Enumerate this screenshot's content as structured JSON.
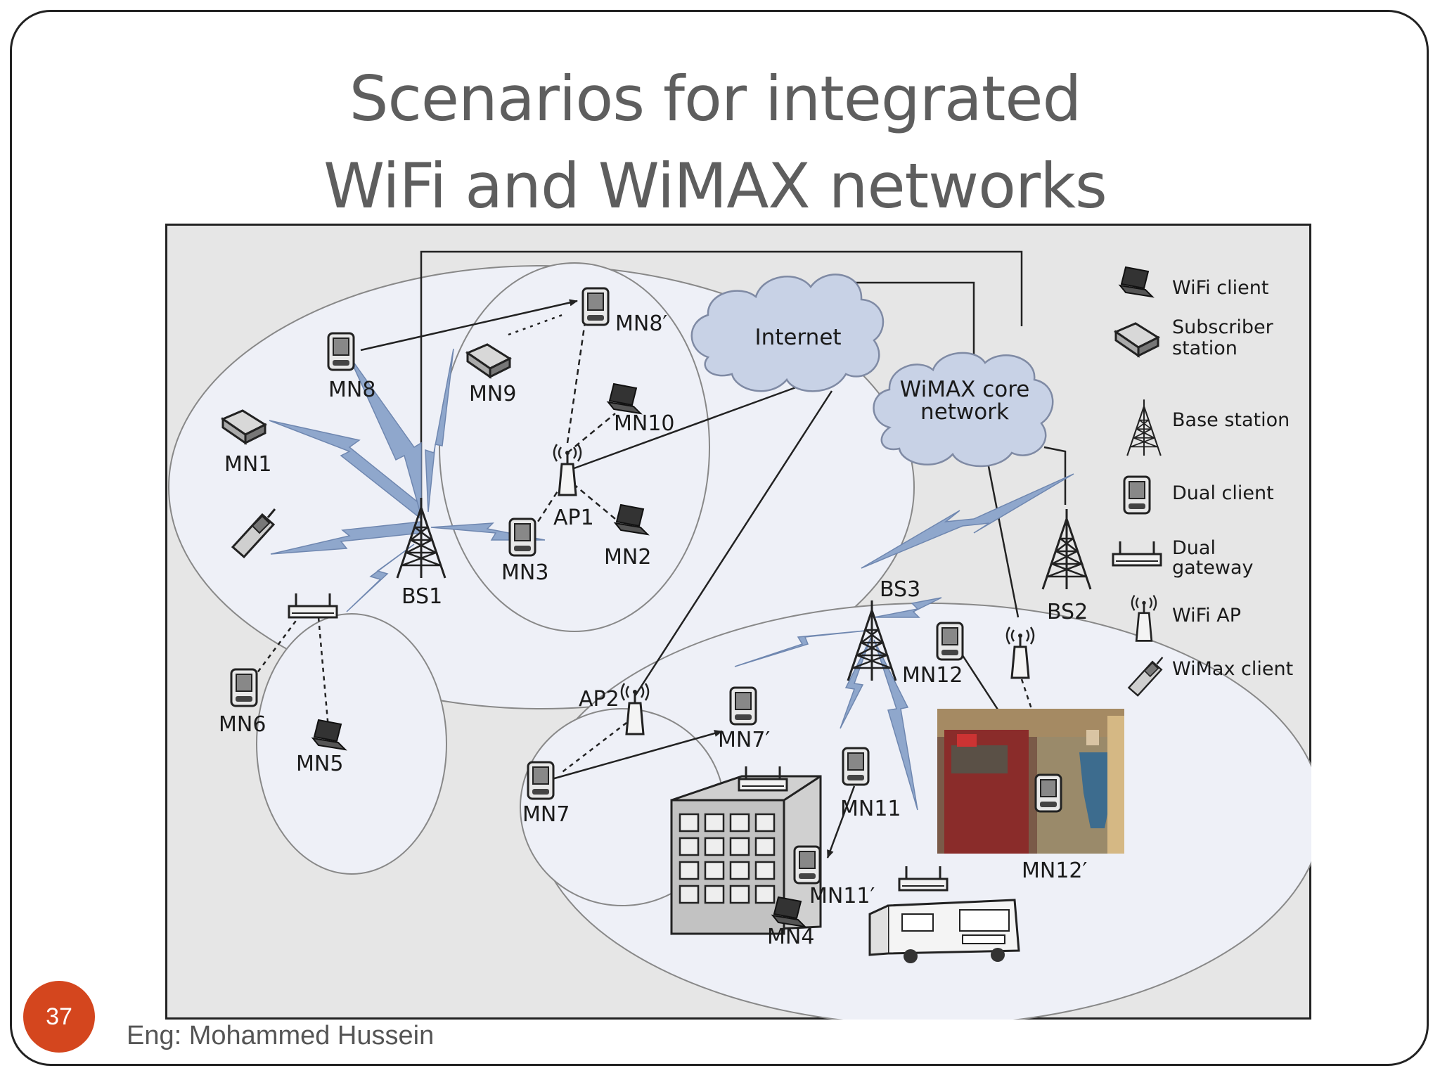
{
  "slide": {
    "title_line1": "Scenarios for integrated",
    "title_line2": "WiFi and WiMAX networks",
    "page_number": "37",
    "author": "Eng: Mohammed Hussein"
  },
  "diagram": {
    "clouds": {
      "internet": "Internet",
      "wimax_core_line1": "WiMAX core",
      "wimax_core_line2": "network"
    },
    "nodes": {
      "bs1": "BS1",
      "bs2": "BS2",
      "bs3": "BS3",
      "ap1": "AP1",
      "ap2": "AP2",
      "mn1": "MN1",
      "mn2": "MN2",
      "mn3": "MN3",
      "mn4": "MN4",
      "mn5": "MN5",
      "mn6": "MN6",
      "mn7": "MN7",
      "mn7p": "MN7′",
      "mn8": "MN8",
      "mn8p": "MN8′",
      "mn9": "MN9",
      "mn10": "MN10",
      "mn11": "MN11",
      "mn11p": "MN11′",
      "mn12": "MN12",
      "mn12p": "MN12′"
    },
    "legend": {
      "wifi_client": "WiFi client",
      "subscriber_line1": "Subscriber",
      "subscriber_line2": "station",
      "base_station": "Base station",
      "dual_client": "Dual client",
      "dual_gateway_line1": "Dual",
      "dual_gateway_line2": "gateway",
      "wifi_ap": "WiFi AP",
      "wimax_client": "WiMax client"
    },
    "colors": {
      "panel": "#e6e6e6",
      "cell": "#eef0f7",
      "cloud": "#c8d2e6",
      "bolt": "#8fa7cc",
      "building": "#c9c9c9",
      "photo": "#7a5a48"
    }
  }
}
